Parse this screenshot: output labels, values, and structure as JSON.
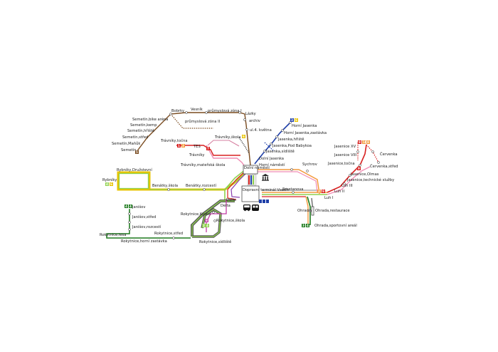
{
  "title": "",
  "line_colors": {
    "brown": "#7a4b1f",
    "blue": "#1f3fa8",
    "green": "#1d7a1d",
    "yellow": "#e8c400",
    "lightgreen": "#8fd14f",
    "orange": "#f39a3c",
    "red": "#d82020",
    "pink": "#f08cb4",
    "magenta": "#c23ba3",
    "purple": "#8a3fb0",
    "grey": "#9a9a9a",
    "darkgrey": "#555555"
  },
  "stops": {
    "lazky": "Lázky",
    "bobrky": "Bobrky",
    "vesnik": "Vesník",
    "prumyslova1": "průmyslová zóna I",
    "prumyslova2": "průmyslová zóna II",
    "semetin_bike": "Semetín,bike aréna",
    "semetin_kemp": "Semetín,kemp",
    "semetin_hriste": "Semetín,hřiště",
    "semetin_stred": "Semetín,střed",
    "semetin_markuv": "Semetín,Maňůk",
    "semetin": "Semetín",
    "archiv": "archiv",
    "ul4kvetna": "ul.4. května",
    "horni_jasenka": "Horní Jasenka",
    "horni_jasenka_zast": "Horní Jasenka,zastávka",
    "jasenka_hriste": "Jasenka,hřiště",
    "jasenka_babykoa": "Jasenka,Pod Babykoa",
    "jasenka_sidliste": "Jasenka,sídliště",
    "dolni_jasenka": "Dolní Jasenka",
    "dolni_namesti": "Dolní náměstí",
    "horni_namesti": "Horní náměstí",
    "sychrov": "Sychrov",
    "smetanova": "Smetanova",
    "trasky_tocna": "Trávníky,točna",
    "tes": "TES",
    "travniky": "Trávníky",
    "trasky_skola": "Trávníky,škola",
    "trasky_ms": "Trávníky,mateřská škola",
    "rybniky_druzstevni": "Rybníky,Družstevní",
    "rybniky": "Rybníky",
    "benatky_skola": "Benátky,škola",
    "benatky_rozcesti": "Benátky,rozcestí",
    "delta": "Delta",
    "delta2": "Delta",
    "terminal": "Dopravní terminál Vsetín",
    "rokytnice_kostel": "Rokytnice,Kostel",
    "rokytnice_skola": "Rokytnice,škola",
    "rokytnice_stred": "Rokytnice,střed",
    "rokytnice_sidliste": "Rokytnice,sídliště",
    "rokytnice_lesa": "Rokytnice,lesa",
    "rokytnice_horni": "Rokytnice,horní zastávka",
    "janisov": "Janišov",
    "janisov_stred": "Janišov,střed",
    "janisov_rozcesti": "Janišov,rozcestí",
    "ohrada": "Ohrada",
    "ohrada_restaurace": "Ohrada,restaurace",
    "ohrada_areal": "Ohrada,sportovní areál",
    "luh1": "Luh I",
    "luh2": "Luh II",
    "luh3": "Luh III",
    "jasenice_tocna": "Jasenice,točna",
    "jasenice_olmas": "Jasenice,Olmas",
    "jasenice_sluzby": "Jasenice,technické služby",
    "jasenice_xv": "Jasenice XV",
    "jasenice_viii": "Jasenice VIII",
    "cervenka": "Červenka",
    "cervenka_stred": "Červenka,střed"
  },
  "badges": {
    "b5": "5",
    "b3": "3",
    "b6": "6",
    "b2": "2",
    "b4": "4",
    "b1": "1",
    "b7": "7",
    "b8": "8",
    "b9": "9",
    "b10": "10"
  },
  "icons": [
    "bank-icon",
    "bus-icon",
    "train-icon"
  ]
}
